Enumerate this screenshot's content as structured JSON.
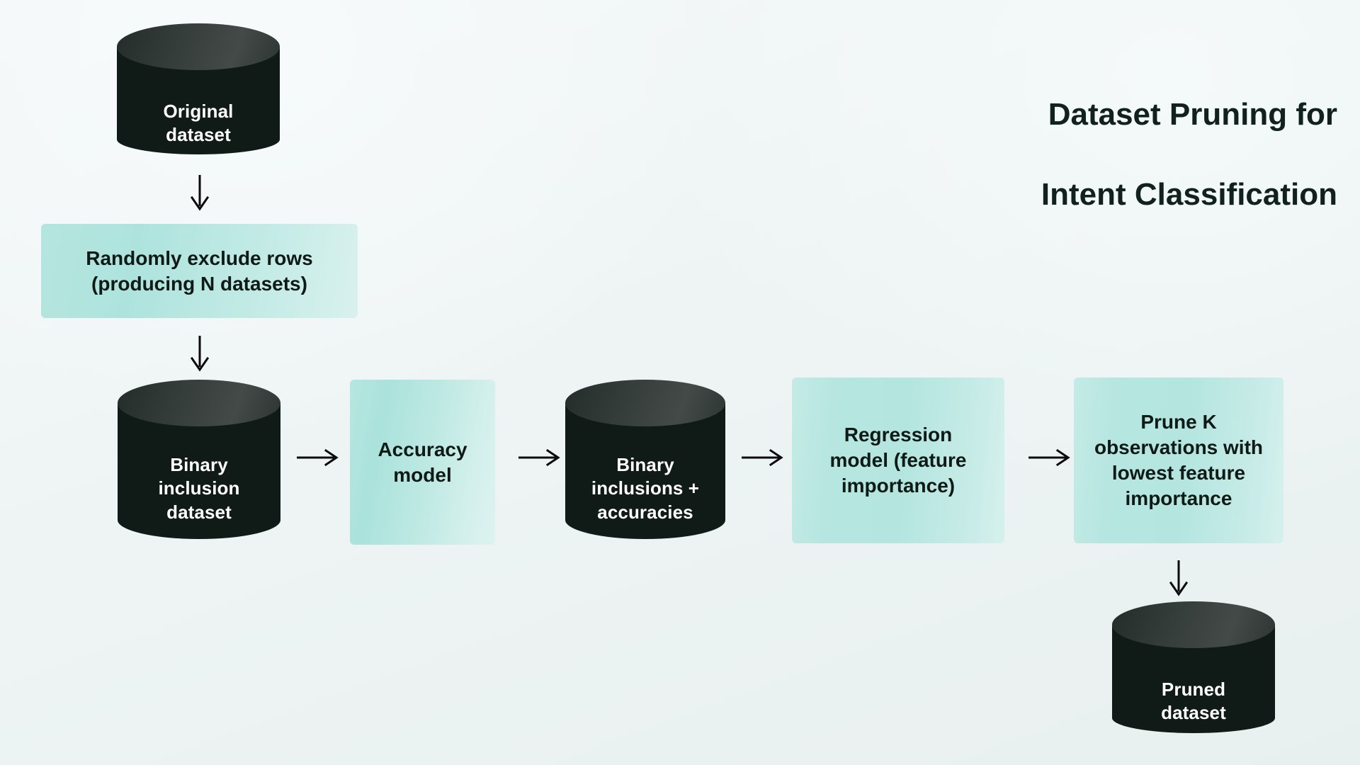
{
  "title": {
    "line1": "Dataset Pruning for",
    "line2": "Intent Classification",
    "full": "Dataset Pruning for Intent Classification",
    "color": "#11211e"
  },
  "theme": {
    "background_start": "#f4f8f8",
    "background_end": "#e8f0ef",
    "cylinder_body": "#101b18",
    "cylinder_top": "#3a423f",
    "box_teal_dark": "#aee3dd",
    "box_teal_light": "#ddf3f0",
    "text_on_dark": "#ffffff",
    "text_on_light": "#0f1a17",
    "arrow_color": "#0a0a0a"
  },
  "nodes": {
    "original_dataset": {
      "label": "Original\ndataset",
      "type": "cylinder"
    },
    "randomly_exclude": {
      "label": "Randomly exclude rows\n(producing N datasets)",
      "type": "process"
    },
    "binary_inclusion_dataset": {
      "label": "Binary\ninclusion\ndataset",
      "type": "cylinder"
    },
    "accuracy_model": {
      "label": "Accuracy\nmodel",
      "type": "process"
    },
    "binary_inclusions_accuracies": {
      "label": "Binary\ninclusions +\naccuracies",
      "type": "cylinder"
    },
    "regression_model": {
      "label": "Regression\nmodel (feature\nimportance)",
      "type": "process"
    },
    "prune_k": {
      "label": "Prune K\nobservations with\nlowest feature\nimportance",
      "type": "process"
    },
    "pruned_dataset": {
      "label": "Pruned\ndataset",
      "type": "cylinder"
    }
  },
  "arrows": {
    "down_1": {
      "glyph": "↓",
      "direction": "down",
      "from": "original_dataset",
      "to": "randomly_exclude"
    },
    "down_2": {
      "glyph": "↓",
      "direction": "down",
      "from": "randomly_exclude",
      "to": "binary_inclusion_dataset"
    },
    "right_1": {
      "glyph": "→",
      "direction": "right",
      "from": "binary_inclusion_dataset",
      "to": "accuracy_model"
    },
    "right_2": {
      "glyph": "→",
      "direction": "right",
      "from": "accuracy_model",
      "to": "binary_inclusions_accuracies"
    },
    "right_3": {
      "glyph": "→",
      "direction": "right",
      "from": "binary_inclusions_accuracies",
      "to": "regression_model"
    },
    "right_4": {
      "glyph": "→",
      "direction": "right",
      "from": "regression_model",
      "to": "prune_k"
    },
    "down_3": {
      "glyph": "↓",
      "direction": "down",
      "from": "prune_k",
      "to": "pruned_dataset"
    }
  }
}
